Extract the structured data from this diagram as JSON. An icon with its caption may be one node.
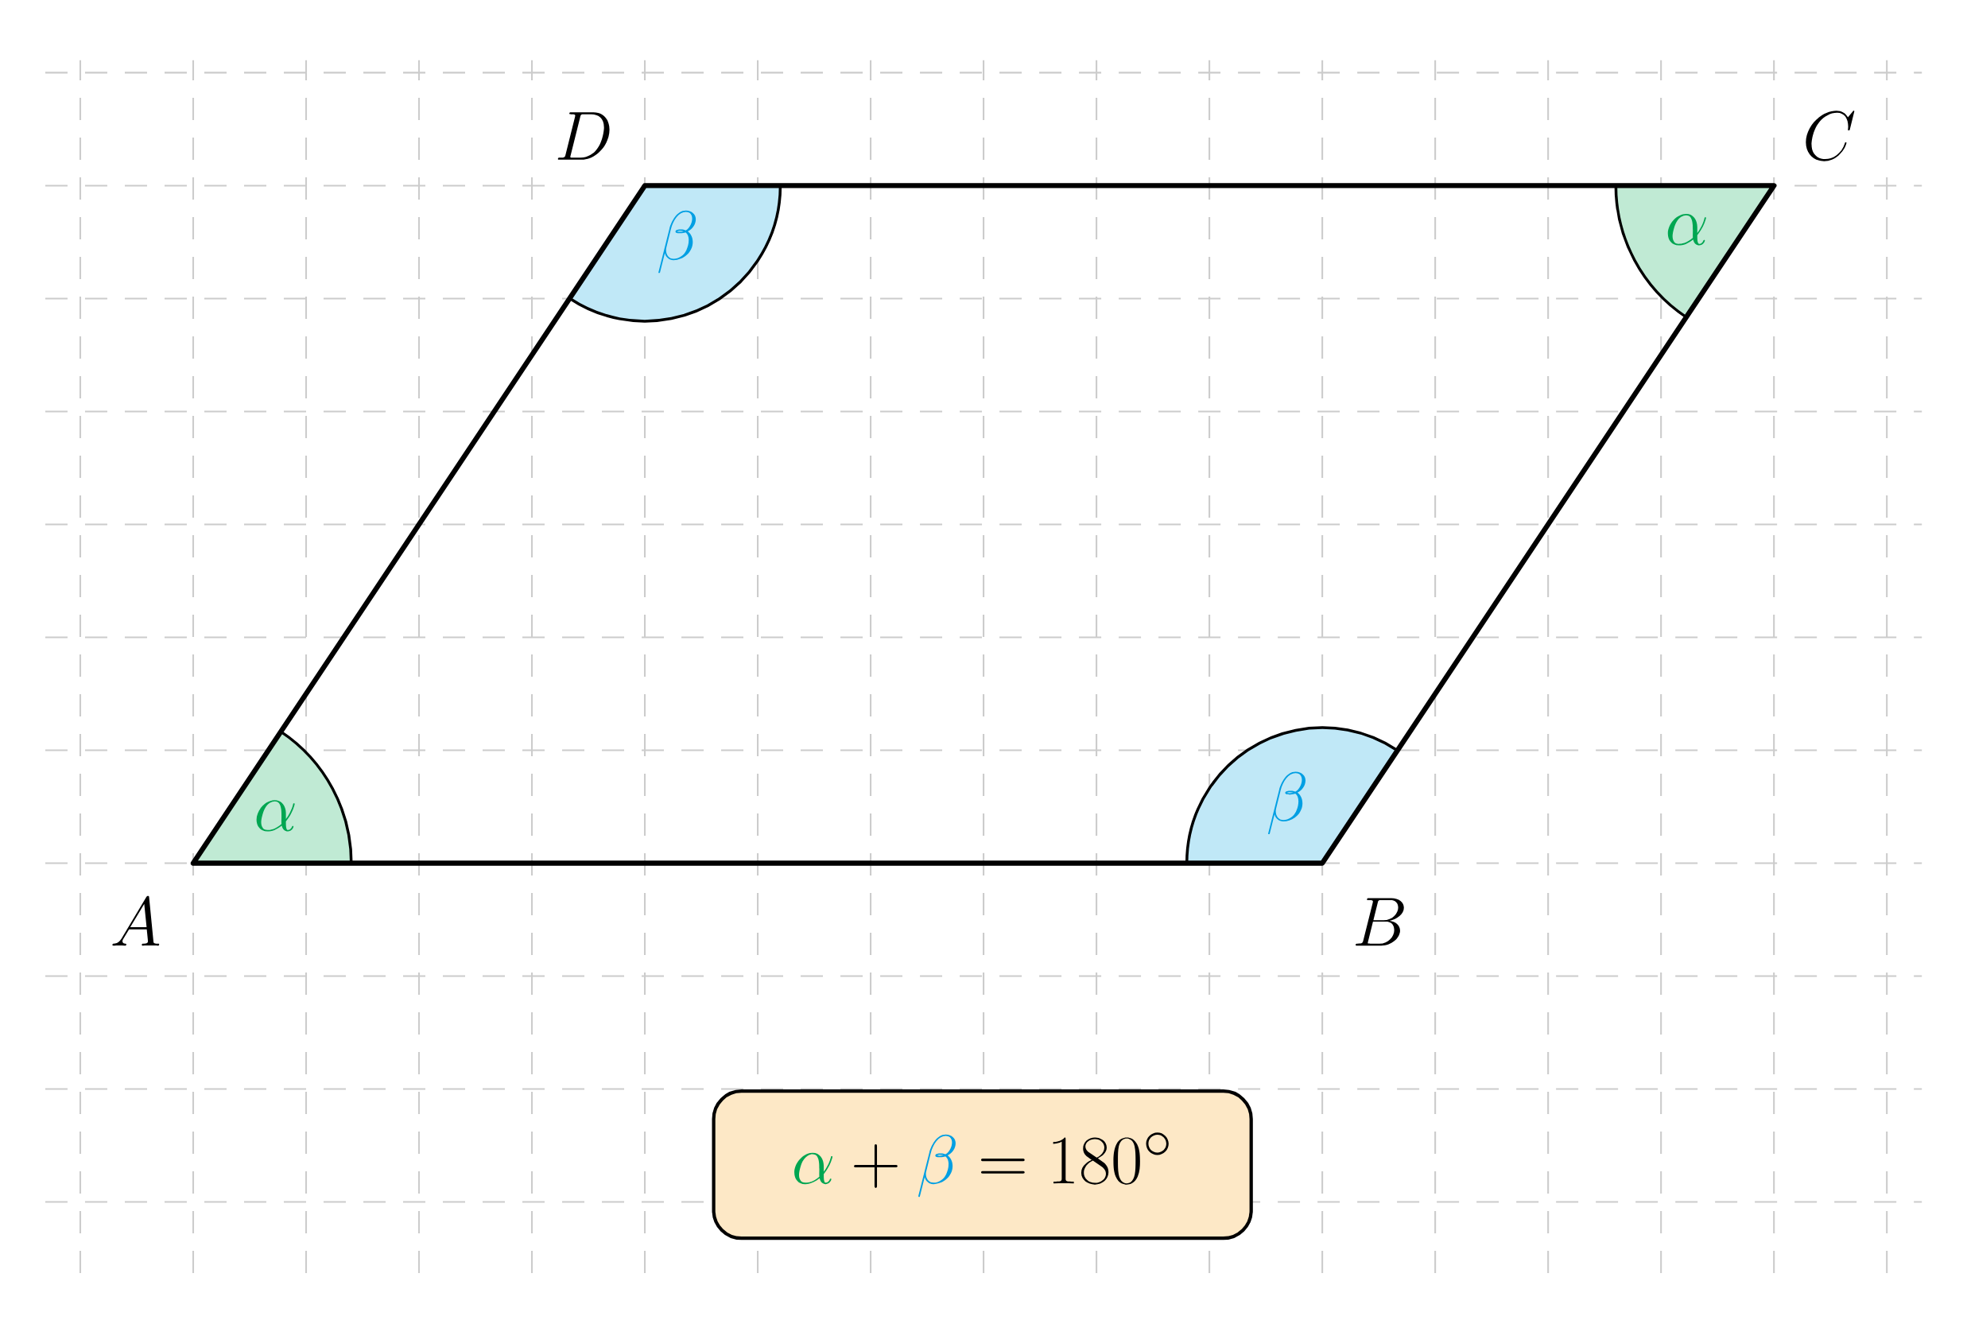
{
  "diagram": {
    "nodes": [
      {
        "text": [
          "\\textcolor[HTML]{00A651}{\\alpha} + \\textcolor[HTML]{009FE3}{\\beta} = 180^\\circ"
        ]
      }
    ],
    "labels": [
      "D",
      "C",
      "\\beta",
      "\\alpha",
      "\\beta",
      "\\alpha",
      "A",
      "B"
    ]
  }
}
